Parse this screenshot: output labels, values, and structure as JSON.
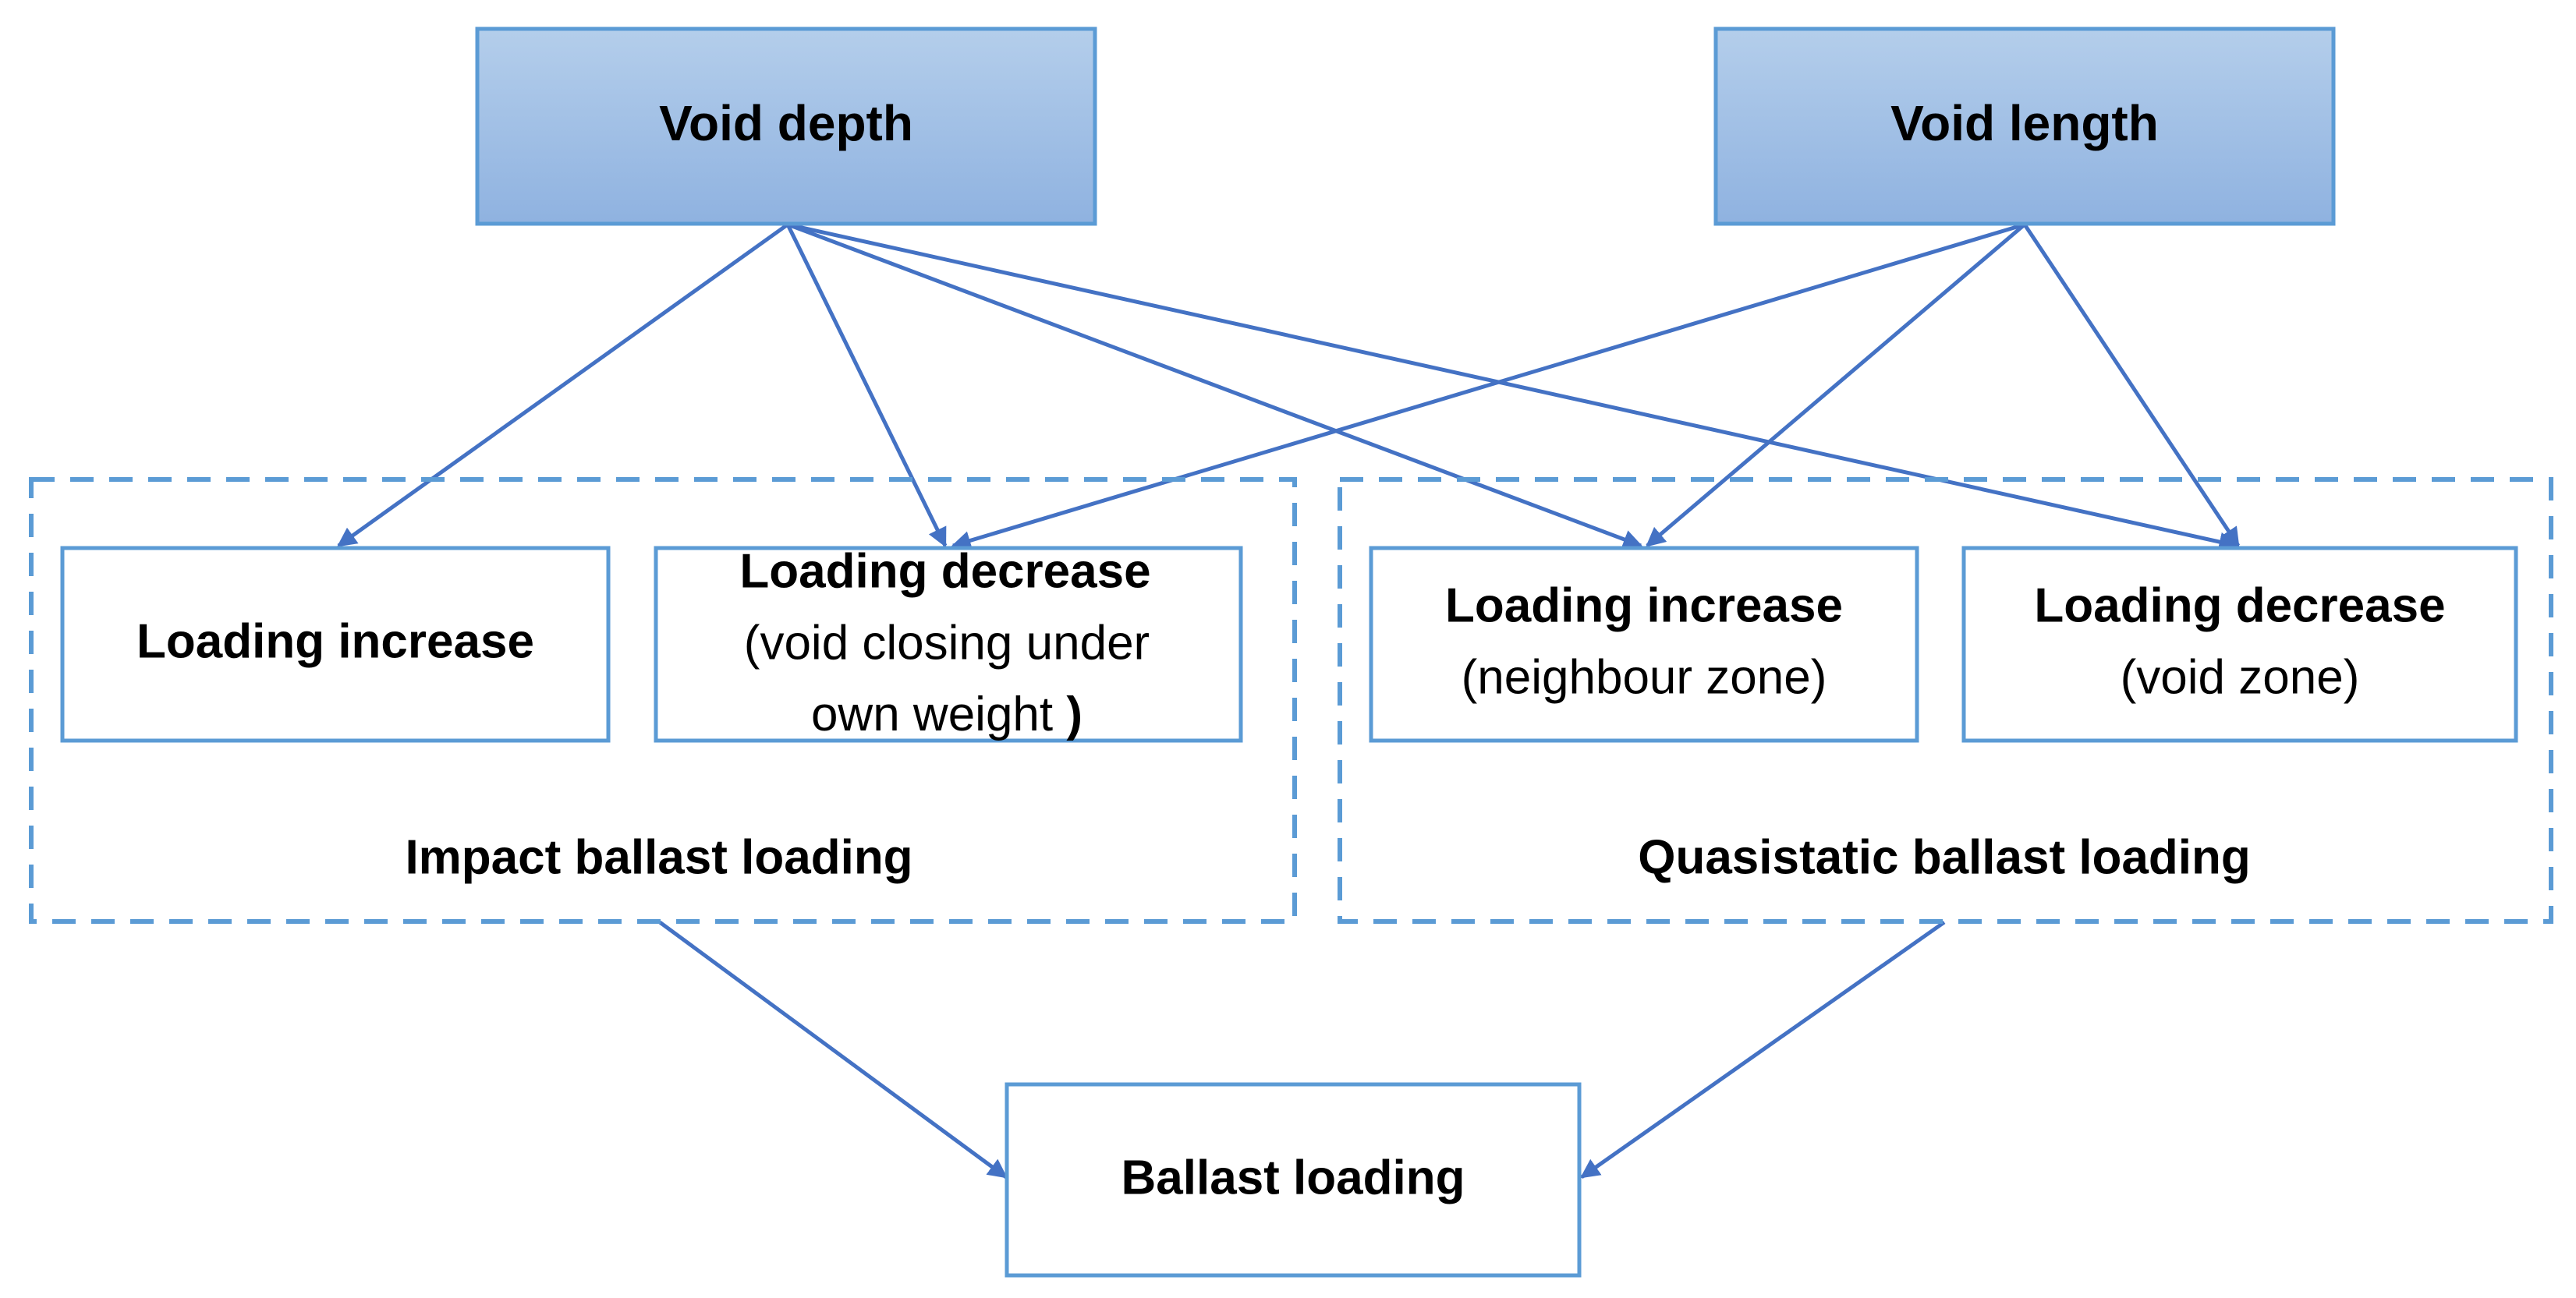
{
  "colors": {
    "line": "#4472C4",
    "box_border": "#5B9BD5",
    "top_fill_light": "#B4CEEB",
    "top_fill_dark": "#8FB2E0",
    "top_border": "#5B9BD5",
    "text": "#000000"
  },
  "nodes": {
    "void_depth": {
      "title": "Void depth"
    },
    "void_length": {
      "title": "Void length"
    },
    "impact_increase": {
      "title": "Loading increase"
    },
    "impact_decrease": {
      "title": "Loading decrease",
      "sub1": "(void closing under",
      "sub2_a": "own weight ",
      "sub2_b": ")"
    },
    "quasi_increase": {
      "title": "Loading increase",
      "sub": "(neighbour zone)"
    },
    "quasi_decrease": {
      "title": "Loading decrease",
      "sub": "(void zone)"
    },
    "ballast_loading": {
      "title": "Ballast loading"
    }
  },
  "groups": {
    "impact": {
      "label": "Impact ballast loading"
    },
    "quasistatic": {
      "label": "Quasistatic ballast loading"
    }
  },
  "edges": [
    {
      "from": "void_depth",
      "to": "impact_increase"
    },
    {
      "from": "void_depth",
      "to": "impact_decrease"
    },
    {
      "from": "void_depth",
      "to": "quasi_increase"
    },
    {
      "from": "void_depth",
      "to": "quasi_decrease"
    },
    {
      "from": "void_length",
      "to": "impact_decrease"
    },
    {
      "from": "void_length",
      "to": "quasi_increase"
    },
    {
      "from": "void_length",
      "to": "quasi_decrease"
    },
    {
      "from": "impact",
      "to": "ballast_loading"
    },
    {
      "from": "quasistatic",
      "to": "ballast_loading"
    }
  ]
}
